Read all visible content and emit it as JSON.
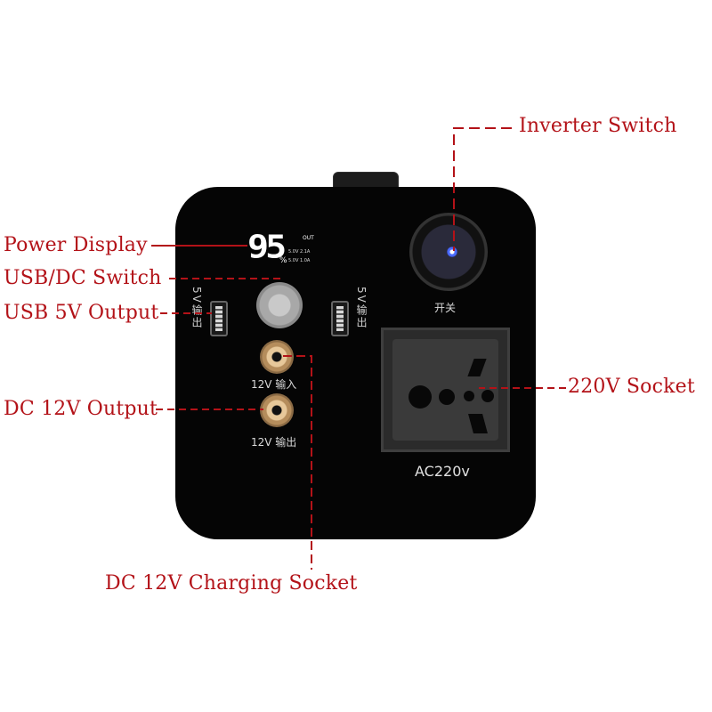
{
  "callouts": {
    "inverter_switch": "Inverter Switch",
    "power_display": "Power Display",
    "usb_dc_switch": "USB/DC Switch",
    "usb_5v_output": "USB 5V Output",
    "dc_12v_output": "DC 12V Output",
    "socket_220v": "220V Socket",
    "dc_12v_charging_socket": "DC 12V Charging Socket"
  },
  "device": {
    "display_percent": "95",
    "display_percent_sign": "%",
    "display_out": "OUT",
    "display_line_1": "5.0V 2.1A",
    "display_line_2": "5.0V 1.0A",
    "usb_left_label": "5V输出",
    "usb_right_label": "5V输出",
    "dc_in_label": "12V 输入",
    "dc_out_label": "12V 输出",
    "switch_label": "开关",
    "ac_label": "AC220v"
  },
  "colors": {
    "callout_text": "#b31218",
    "leader_line": "#b31218",
    "device_body": "#050505",
    "indicator_led": "#4a6bff"
  }
}
